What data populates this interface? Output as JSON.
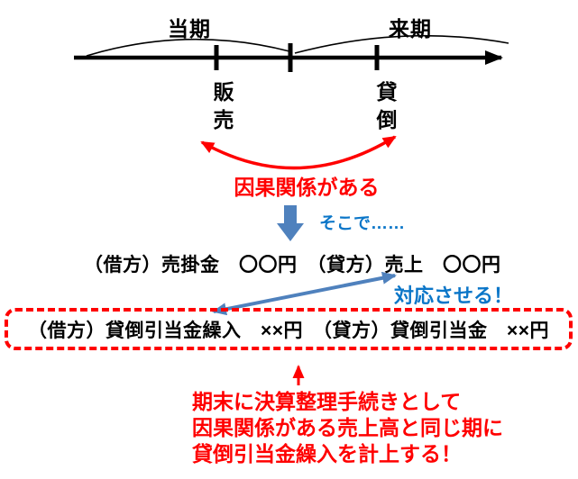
{
  "colors": {
    "black": "#000000",
    "red": "#ff0000",
    "arrow_blue": "#4f81bd",
    "text_blue": "#0b76c8"
  },
  "timeline": {
    "current_period": "当期",
    "next_period": "来期",
    "sales": "販売",
    "bad_debt": "貸倒"
  },
  "labels": {
    "causal": "因果関係がある",
    "then": "そこで……",
    "correspond": "対応させる！"
  },
  "entries": {
    "sale_entry": "（借方）売掛金　〇〇円　（貸方）売上　〇〇円",
    "allowance_entry": "（借方）貸倒引当金繰入　××円　（貸方）貸倒引当金　××円"
  },
  "note": {
    "line1": "期末に決算整理手続きとして",
    "line2": "因果関係がある売上高と同じ期に",
    "line3": "貸倒引当金繰入を計上する！"
  }
}
